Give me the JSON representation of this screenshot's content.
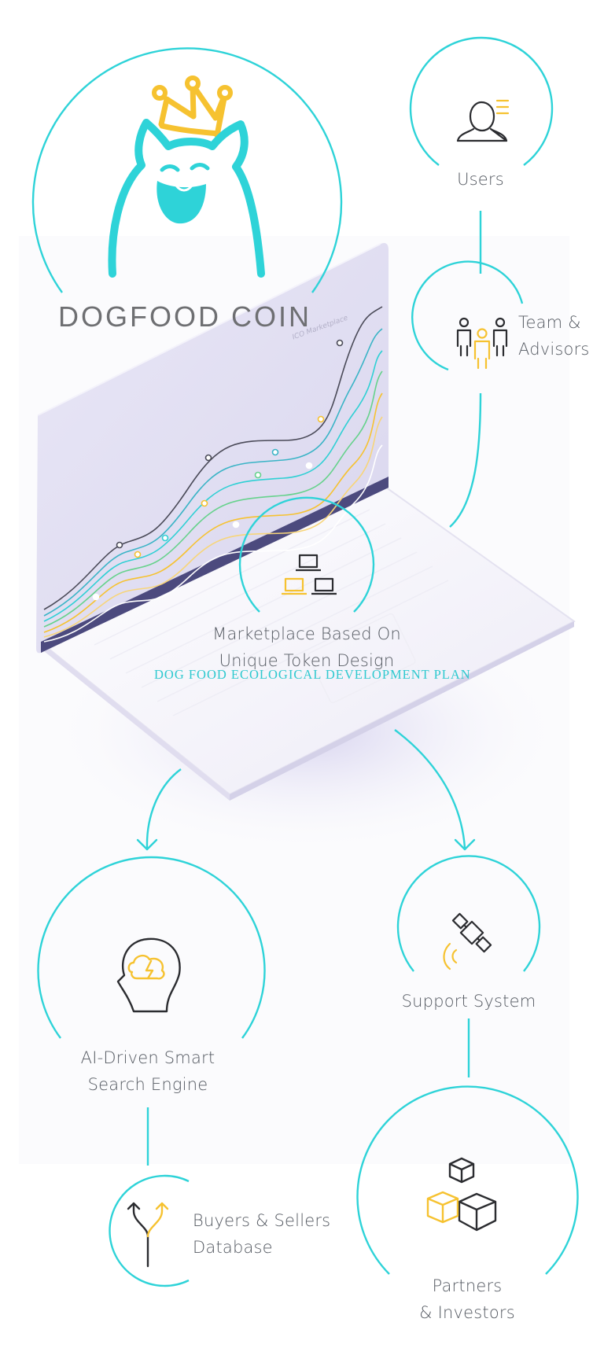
{
  "brand": {
    "name": "DOGFOOD COIN"
  },
  "screen": {
    "label": "ICO Marketplace"
  },
  "nodes": {
    "users": {
      "label": "Users"
    },
    "team": {
      "line1": "Team &",
      "line2": "Advisors"
    },
    "marketplace": {
      "line1": "Marketplace Based On",
      "line2": "Unique Token Design"
    },
    "plan": {
      "label": "DOG FOOD ECOLOGICAL DEVELOPMENT PLAN"
    },
    "ai": {
      "line1": "AI-Driven Smart",
      "line2": "Search Engine"
    },
    "support": {
      "label": "Support System"
    },
    "buyers": {
      "line1": "Buyers & Sellers",
      "line2": "Database"
    },
    "partners": {
      "line1": "Partners",
      "line2": "& Investors"
    }
  },
  "colors": {
    "accent": "#2ed3d8",
    "icon_yellow": "#f6c230",
    "icon_dark": "#2b2c30",
    "text": "#555a62"
  },
  "icons": {
    "logo": "crowned-dog-icon",
    "users": "user-profile-icon",
    "team": "team-people-icon",
    "marketplace": "laptops-network-icon",
    "ai": "brain-idea-icon",
    "support": "satellite-icon",
    "buyers": "split-arrows-icon",
    "partners": "boxes-icon"
  }
}
